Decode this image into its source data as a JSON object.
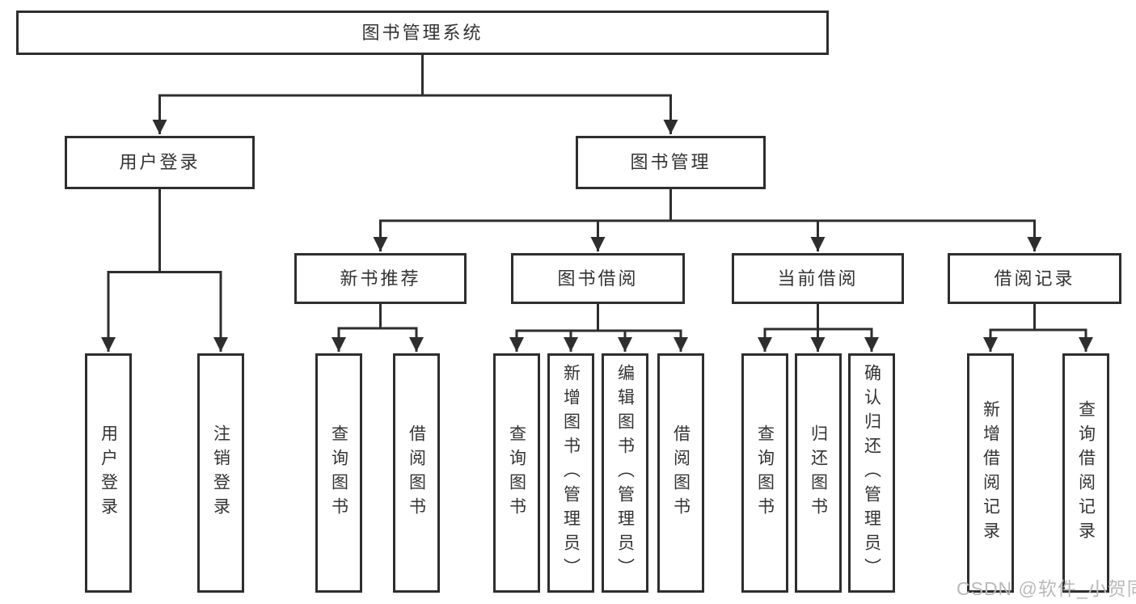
{
  "tree": {
    "root_label": "图书管理系统",
    "branches": [
      {
        "label": "用户登录",
        "children": [
          {
            "label": "用户登录"
          },
          {
            "label": "注销登录"
          }
        ]
      },
      {
        "label": "图书管理",
        "children": [
          {
            "label": "新书推荐",
            "children": [
              {
                "label": "查询图书"
              },
              {
                "label": "借阅图书"
              }
            ]
          },
          {
            "label": "图书借阅",
            "children": [
              {
                "label": "查询图书"
              },
              {
                "label": "新增图书（管理员）"
              },
              {
                "label": "编辑图书（管理员）"
              },
              {
                "label": "借阅图书"
              }
            ]
          },
          {
            "label": "当前借阅",
            "children": [
              {
                "label": "查询图书"
              },
              {
                "label": "归还图书"
              },
              {
                "label": "确认归还（管理员）"
              }
            ]
          },
          {
            "label": "借阅记录",
            "children": [
              {
                "label": "新增借阅记录"
              },
              {
                "label": "查询借阅记录"
              }
            ]
          }
        ]
      }
    ]
  },
  "watermark": {
    "text": "CSDN @软件_小贺同学"
  },
  "colors": {
    "line": "#2e2e2e",
    "text": "#333333",
    "node_fill": "#ffffff",
    "watermark": "#b9b9b9",
    "background": "#ffffff"
  }
}
